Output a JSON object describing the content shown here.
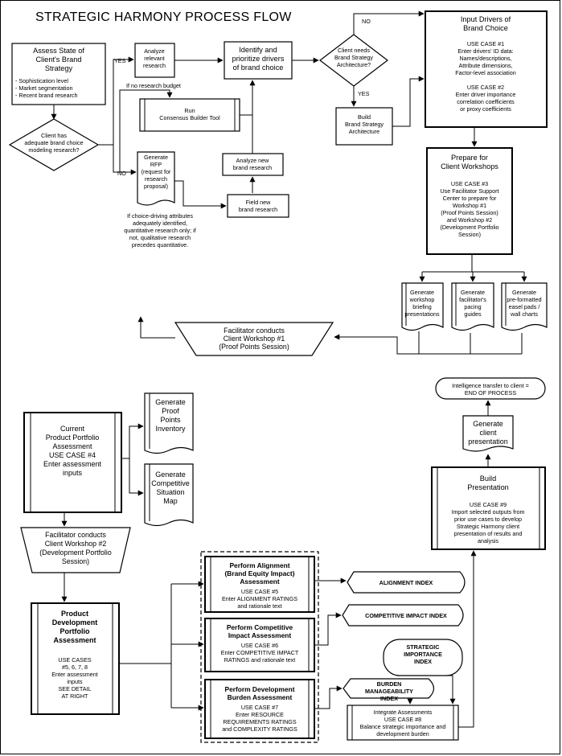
{
  "title": "STRATEGIC HARMONY   PROCESS FLOW",
  "labels": {
    "yes": "YES",
    "no": "NO",
    "if_no_research_budget": "If no research budget"
  },
  "nodes": {
    "assess_state": [
      "Assess State of",
      "Client's Brand",
      "Strategy"
    ],
    "assess_bullets": [
      "- Sophistication level",
      "- Market segmentation",
      "- Recent brand research"
    ],
    "client_has_research": [
      "Client has",
      "adequate brand choice",
      "modeling research?"
    ],
    "analyze_relevant": [
      "Analyze",
      "relevant",
      "research"
    ],
    "identify_drivers": [
      "Identify and",
      "prioritize drivers",
      "of brand choice"
    ],
    "needs_architecture": [
      "Client needs",
      "Brand Strategy",
      "Architecture?"
    ],
    "build_architecture": [
      "Build",
      "Brand Strategy",
      "Architecture"
    ],
    "input_drivers_title": [
      "Input Drivers of",
      "Brand Choice"
    ],
    "input_drivers_uc1": [
      "USE CASE #1",
      "Enter drivers' ID data:",
      "Names/descriptions,",
      "Attribute dimensions,",
      "Factor-level association"
    ],
    "input_drivers_uc2": [
      "USE CASE #2",
      "Enter driver importance",
      "correlation coefficients",
      "or proxy coefficients"
    ],
    "run_consensus": [
      "Run",
      "Consensus Builder Tool"
    ],
    "generate_rfp": [
      "Generate",
      "RFP",
      "(request for",
      "research",
      "proposal)"
    ],
    "rfp_note": [
      "If choice-driving attributes",
      "adequately identified,",
      "quantitative research only; if",
      "not, qualitative research",
      "precedes quantitative."
    ],
    "analyze_new": [
      "Analyze new",
      "brand research"
    ],
    "field_new": [
      "Field new",
      "brand research"
    ],
    "prepare_title": [
      "Prepare for",
      "Client Workshops"
    ],
    "prepare_body": [
      "USE CASE #3",
      "Use Facilitator Support",
      "Center to prepare for",
      "Workshop #1",
      "(Proof Points Session)",
      "and Workshop #2",
      "(Development Portfolio",
      "Session)"
    ],
    "gen_briefing": [
      "Generate",
      "workshop",
      "briefing",
      "presentations"
    ],
    "gen_pacing": [
      "Generate",
      "facilitator's",
      "pacing",
      "guides"
    ],
    "gen_easel": [
      "Generate",
      "pre-formatted",
      "easel pads /",
      "wall charts"
    ],
    "workshop1": [
      "Facilitator conducts",
      "Client Workshop #1",
      "(Proof Points Session)"
    ],
    "end_process": [
      "Intelligence transfer to client =",
      "END OF PROCESS"
    ],
    "gen_client_pres": [
      "Generate",
      "client",
      "presentation"
    ],
    "build_pres_title": [
      "Build",
      "Presentation"
    ],
    "build_pres_body": [
      "USE CASE #9",
      "Import selected outputs from",
      "prior use cases to develop",
      "Strategic Harmony client",
      "presentation of results and",
      "analysis"
    ],
    "current_portfolio": [
      "Current",
      "Product Portfolio",
      "Assessment",
      "",
      "USE CASE #4",
      "Enter assessment",
      "inputs"
    ],
    "gen_proof_points": [
      "Generate",
      "Proof",
      "Points",
      "Inventory"
    ],
    "gen_competitive": [
      "Generate",
      "Competitive",
      "Situation",
      "Map"
    ],
    "workshop2": [
      "Facilitator conducts",
      "Client Workshop #2",
      "(Development Portfolio",
      "Session)"
    ],
    "product_dev_title": [
      "Product",
      "Development",
      "Portfolio",
      "Assessment"
    ],
    "product_dev_body": [
      "USE CASES",
      "#5, 6, 7, 8",
      "Enter assessment",
      "inputs",
      "SEE DETAIL",
      "AT RIGHT"
    ],
    "perform_alignment_title": [
      "Perform Alignment",
      "(Brand Equity Impact)",
      "Assessment"
    ],
    "perform_alignment_body": [
      "USE CASE #5",
      "Enter ALIGNMENT RATINGS",
      "and rationale text"
    ],
    "perform_competitive_title": [
      "Perform Competitive",
      "Impact Assessment"
    ],
    "perform_competitive_body": [
      "USE CASE #6",
      "Enter COMPETITIVE IMPACT",
      "RATINGS and rationale text"
    ],
    "perform_burden_title": [
      "Perform Development",
      "Burden Assessment"
    ],
    "perform_burden_body": [
      "USE CASE #7",
      "Enter RESOURCE",
      "REQUIREMENTS RATINGS",
      "and COMPLEXITY RATINGS"
    ],
    "alignment_index": [
      "ALIGNMENT INDEX"
    ],
    "competitive_index": [
      "COMPETITIVE IMPACT INDEX"
    ],
    "strategic_index": [
      "STRATEGIC",
      "IMPORTANCE",
      "INDEX"
    ],
    "burden_index": [
      "BURDEN",
      "MANAGEABILITY",
      "INDEX"
    ],
    "integrate": [
      "Integrate Assessments",
      "USE CASE #8",
      "Balance strategic importance and",
      "development burden"
    ]
  }
}
